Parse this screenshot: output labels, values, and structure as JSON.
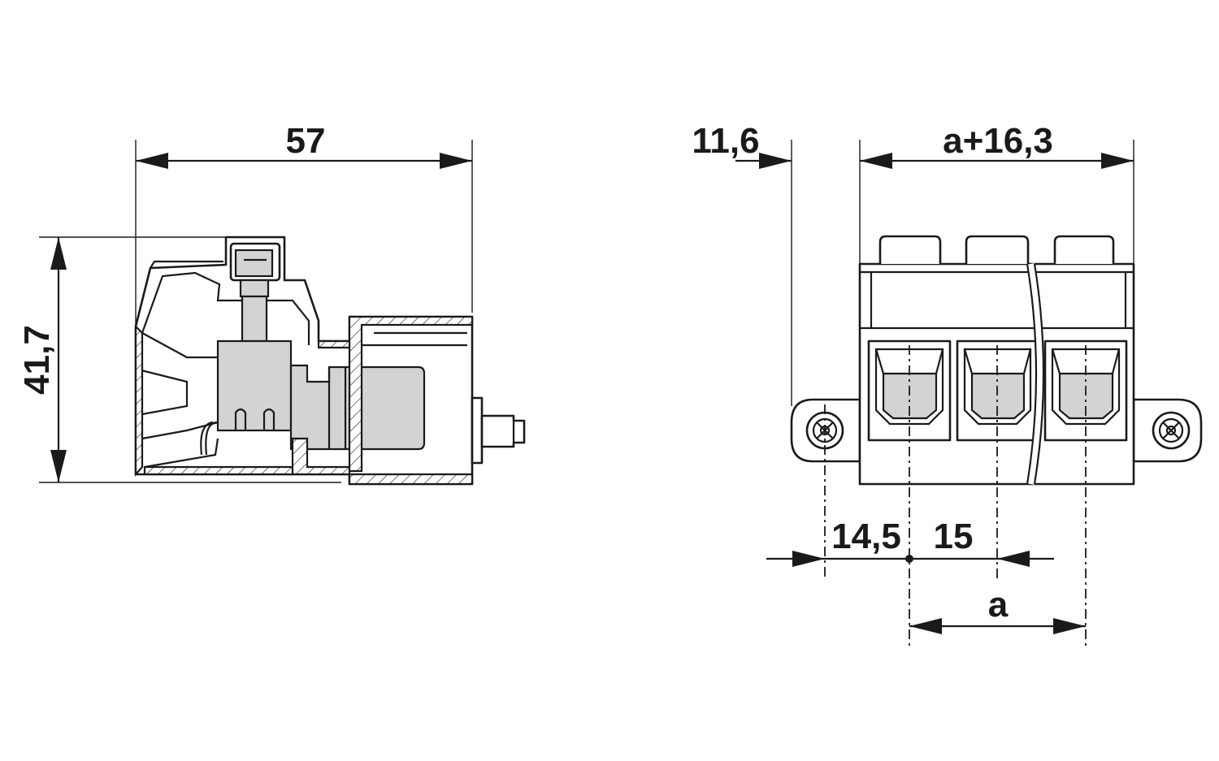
{
  "side_view": {
    "width_label": "57",
    "height_label": "41,7"
  },
  "front_view": {
    "offset_label": "11,6",
    "total_label": "a+16,3",
    "flange_pitch_label": "14,5",
    "pitch_label": "15",
    "span_label": "a",
    "poles_shown": 3
  },
  "colors": {
    "line": "#1a1a1a",
    "fill_grey": "#d3d3d3",
    "background": "#ffffff"
  }
}
